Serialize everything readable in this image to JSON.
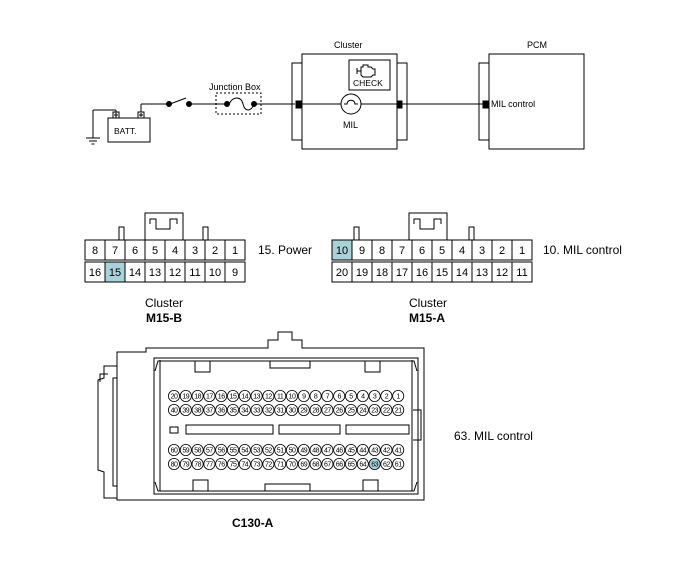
{
  "schematic": {
    "batt_label": "BATT.",
    "junction_box_label": "Junction Box",
    "cluster_label": "Cluster",
    "check_label": "CHECK",
    "mil_label": "MIL",
    "pcm_label": "PCM",
    "mil_control_label": "MIL control"
  },
  "connector_b": {
    "top_pins": [
      "8",
      "7",
      "6",
      "5",
      "4",
      "3",
      "2",
      "1"
    ],
    "bottom_pins": [
      "16",
      "15",
      "14",
      "13",
      "12",
      "11",
      "10",
      "9"
    ],
    "highlight": "15",
    "note": "15. Power",
    "caption": "Cluster",
    "code": "M15-B"
  },
  "connector_a": {
    "top_pins": [
      "10",
      "9",
      "8",
      "7",
      "6",
      "5",
      "4",
      "3",
      "2",
      "1"
    ],
    "bottom_pins": [
      "20",
      "19",
      "18",
      "17",
      "16",
      "15",
      "14",
      "13",
      "12",
      "11"
    ],
    "highlight": "10",
    "note": "10. MIL control",
    "caption": "Cluster",
    "code": "M15-A"
  },
  "connector_c130": {
    "row1": [
      "20",
      "19",
      "18",
      "17",
      "16",
      "15",
      "14",
      "13",
      "12",
      "11",
      "10",
      "9",
      "8",
      "7",
      "6",
      "5",
      "4",
      "3",
      "2",
      "1"
    ],
    "row2": [
      "40",
      "39",
      "38",
      "37",
      "36",
      "35",
      "34",
      "33",
      "32",
      "31",
      "30",
      "29",
      "28",
      "27",
      "26",
      "25",
      "24",
      "23",
      "22",
      "21"
    ],
    "row3": [
      "60",
      "59",
      "58",
      "57",
      "56",
      "55",
      "54",
      "53",
      "52",
      "51",
      "50",
      "49",
      "48",
      "47",
      "46",
      "45",
      "44",
      "43",
      "42",
      "41"
    ],
    "row4": [
      "80",
      "79",
      "78",
      "77",
      "76",
      "75",
      "74",
      "73",
      "72",
      "71",
      "70",
      "69",
      "68",
      "67",
      "66",
      "65",
      "64",
      "63",
      "62",
      "61"
    ],
    "highlight": "63",
    "note": "63. MIL control",
    "code": "C130-A"
  },
  "colors": {
    "highlight": "#a9d2d8",
    "line": "#000000"
  }
}
